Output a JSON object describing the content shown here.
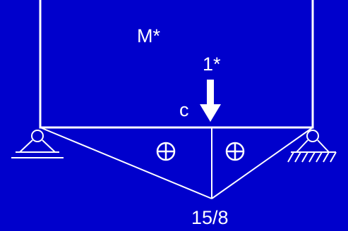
{
  "diagram": {
    "labels": {
      "moment": "M*",
      "unit_load": "1*",
      "point": "c",
      "ordinate": "15/8"
    },
    "signs": [
      "+",
      "+"
    ],
    "colors": {
      "background": "#0000cc",
      "lines": "#ffffff"
    },
    "icons": {
      "left_support": "pin-support-icon",
      "right_support": "roller-support-icon",
      "load_arrow": "arrow-down-icon",
      "sign": "circled-plus-icon"
    }
  }
}
